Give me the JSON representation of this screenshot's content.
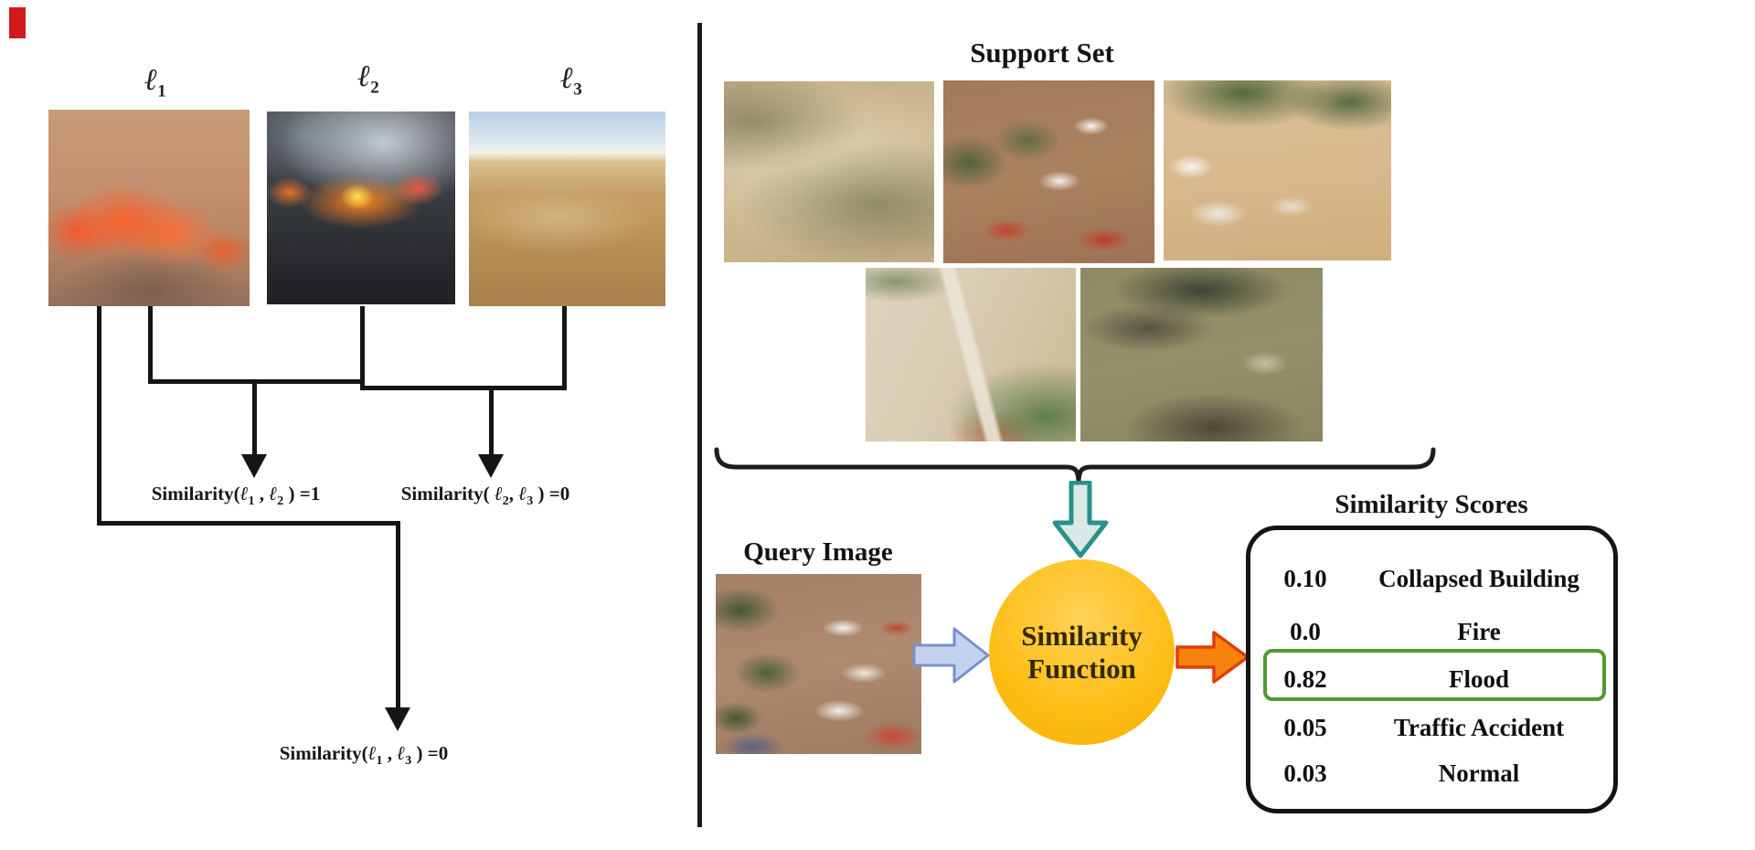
{
  "left_panel": {
    "ell": "ℓ",
    "image_labels": [
      {
        "sub": "1"
      },
      {
        "sub": "2"
      },
      {
        "sub": "3"
      }
    ],
    "images": [
      "wildfire-smoke-photo",
      "night-fire-smoke-photo",
      "dry-field-photo"
    ],
    "equations": [
      {
        "pre": "Similarity(",
        "sub_a": "1",
        "mid": " , ",
        "sub_b": "2",
        "post": " ) =1"
      },
      {
        "pre": "Similarity( ",
        "sub_a": "2",
        "mid": ", ",
        "sub_b": "3",
        "post": " ) =0"
      },
      {
        "pre": "Similarity(",
        "sub_a": "1",
        "mid": " , ",
        "sub_b": "3",
        "post": " ) =0"
      }
    ]
  },
  "right_panel": {
    "support_set_title": "Support Set",
    "support_images": [
      "flood-river-town",
      "flood-streets-buses",
      "flood-farm-buildings",
      "flood-silt-road",
      "flood-rooftops"
    ],
    "query_label": "Query Image",
    "query_image": "flood-town-query",
    "function_line1": "Similarity",
    "function_line2": "Function",
    "scores_title": "Similarity Scores",
    "scores": [
      {
        "value": "0.10",
        "label": "Collapsed Building",
        "highlighted": false
      },
      {
        "value": "0.0",
        "label": "Fire",
        "highlighted": false
      },
      {
        "value": "0.82",
        "label": "Flood",
        "highlighted": true
      },
      {
        "value": "0.05",
        "label": "Traffic Accident",
        "highlighted": false
      },
      {
        "value": "0.03",
        "label": "Normal",
        "highlighted": false
      }
    ],
    "colors": {
      "support_arrow_fill": "#d9e9e6",
      "support_arrow_stroke": "#28908a",
      "query_arrow_fill": "#c2d2f0",
      "query_arrow_stroke": "#7b90c6",
      "output_arrow_fill": "#f6830e",
      "output_arrow_stroke": "#df3f08",
      "function_circle": "#fdbd13",
      "highlight_green": "#4e9b2d"
    }
  }
}
